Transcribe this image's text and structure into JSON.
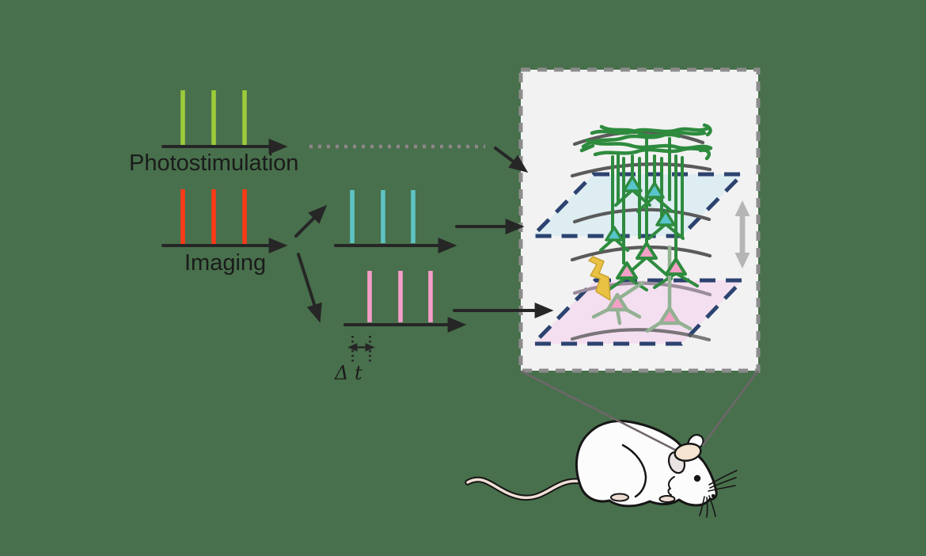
{
  "figure": {
    "type": "experimental-schematic",
    "labels": {
      "photostimulation": "Photostimulation",
      "imaging": "Imaging",
      "delta_t": "Δ t"
    },
    "pulse_trains": [
      {
        "id": "photostimulation",
        "pulse_count": 3,
        "color": "#9CCB3B"
      },
      {
        "id": "imaging",
        "pulse_count": 3,
        "color": "#FB3A17"
      },
      {
        "id": "imaging-plane-1",
        "pulse_count": 3,
        "color": "#5EC3C4"
      },
      {
        "id": "imaging-plane-2",
        "pulse_count": 3,
        "color": "#F89DC9"
      }
    ],
    "icons": {
      "lightning-bolt": "photostimulation flash",
      "depth-double-arrow": "axial shift between imaging planes",
      "dashed-inset-box": "magnified cortical volume",
      "imaging-plane-top": "upper imaging plane (cyan)",
      "imaging-plane-bottom": "lower imaging plane (pink)",
      "pyramidal-neurons": "labeled pyramidal neurons",
      "mouse": "mouse with cranial window implant"
    },
    "colors": {
      "bg": "#48704C",
      "text": "#1B1B1B",
      "ink": "#262626",
      "pulse_green": "#9CCB3B",
      "pulse_red": "#FB3A17",
      "pulse_cyan": "#5EC3C4",
      "pulse_pink": "#F89DC9",
      "dotted_gray": "#8E868C",
      "box_fill": "#F2F2F2",
      "box_border": "#8C8C8C",
      "plane_border": "#2C4370",
      "plane_top_fill": "#DDEDF2",
      "plane_bottom_fill": "#F4DFF0",
      "arc_gray": "#5A5A5A",
      "arc_gray_soft": "#9B8C9C",
      "neuron_green": "#2E8B3E",
      "neuron_pale": "#93B193",
      "soma_cyan": "#58C4CB",
      "soma_pink": "#F3A0C6",
      "lightning_fill": "#E9C243",
      "lightning_edge": "#C9A230",
      "depth_arrow": "#B5B5B5",
      "callout": "#6E666B",
      "mouse_fill": "#FCFCFC",
      "mouse_ink": "#161616",
      "tail_fill": "#EFDFD5",
      "implant_fill": "#F5E4CF",
      "ear_fill": "#E9E4E3",
      "foot_fill": "#EDDCD2"
    }
  }
}
